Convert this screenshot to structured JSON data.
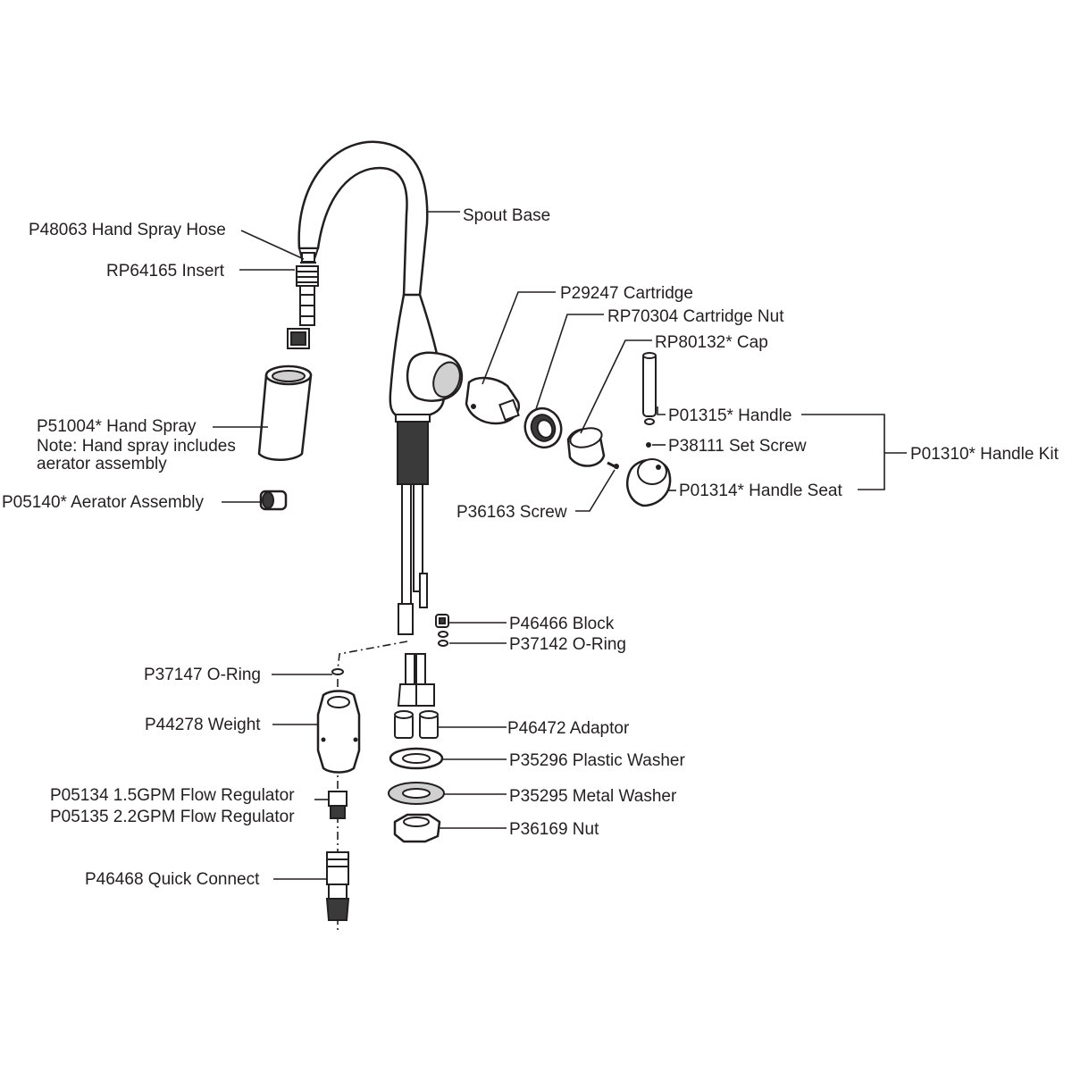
{
  "diagram": {
    "labels": {
      "spout_base": "Spout Base",
      "hand_spray_hose": "P48063 Hand Spray Hose",
      "insert": "RP64165 Insert",
      "hand_spray": "P51004* Hand Spray",
      "hand_spray_note_1": "Note: Hand spray includes",
      "hand_spray_note_2": "aerator assembly",
      "aerator_assembly": "P05140* Aerator Assembly",
      "cartridge": "P29247 Cartridge",
      "cartridge_nut": "RP70304 Cartridge Nut",
      "cap": "RP80132* Cap",
      "handle": "P01315* Handle",
      "set_screw": "P38111 Set Screw",
      "handle_kit": "P01310* Handle Kit",
      "handle_seat": "P01314* Handle Seat",
      "screw": "P36163 Screw",
      "block": "P46466 Block",
      "o_ring_p37142": "P37142 O-Ring",
      "o_ring_p37147": "P37147 O-Ring",
      "weight": "P44278 Weight",
      "adaptor": "P46472 Adaptor",
      "plastic_washer": "P35296 Plastic Washer",
      "metal_washer": "P35295 Metal Washer",
      "flow_regulator_15": "P05134 1.5GPM Flow Regulator",
      "flow_regulator_22": "P05135 2.2GPM Flow Regulator",
      "nut": "P36169 Nut",
      "quick_connect": "P46468 Quick Connect"
    }
  }
}
